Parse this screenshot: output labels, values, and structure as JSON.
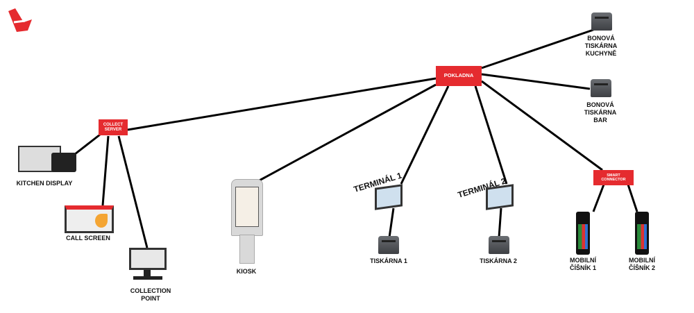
{
  "logo": {
    "icon": "brand-logo-icon",
    "color": "#e52b2f"
  },
  "nodes": {
    "collect_server": "COLLECT\nSERVER",
    "pokladna": "POKLADNA",
    "smart_connector": "SMART\nCONNECTOR"
  },
  "devices": {
    "kitchen_display": "KITCHEN DISPLAY",
    "call_screen": "CALL SCREEN",
    "collection_point": "COLLECTION\nPOINT",
    "kiosk": "KIOSK",
    "terminal_1": "TERMINÁL 1",
    "terminal_2": "TERMINÁL 2",
    "tiskarna_1": "TISKÁRNA 1",
    "tiskarna_2": "TISKÁRNA 2",
    "mobilni_cisnik_1": "MOBILNÍ\nČÍŠNÍK 1",
    "mobilni_cisnik_2": "MOBILNÍ\nČÍŠNÍK 2",
    "bonova_kuchyne": "BONOVÁ\nTISKÁRNA\nKUCHYNĚ",
    "bonova_bar": "BONOVÁ\nTISKÁRNA\nBAR"
  },
  "colors": {
    "accent": "#e52b2f",
    "line": "#000000"
  }
}
